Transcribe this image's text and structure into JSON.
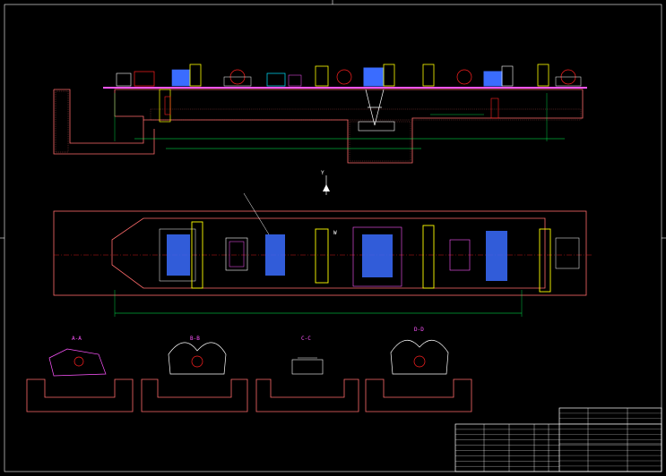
{
  "colors": {
    "background": "#000000",
    "foundation": "#ff6b6b",
    "dimension": "#00ff55",
    "frame": "#ffffff",
    "equipment_blue": "#3a6cff",
    "equipment_yellow": "#ffff00",
    "equipment_red": "#ff2020",
    "equipment_magenta": "#ff55ff",
    "equipment_cyan": "#00e5ff"
  },
  "sections": {
    "a": "A-A",
    "b": "B-B",
    "c": "C-C",
    "d": "D-D"
  },
  "axis_marker": "Y",
  "view_marker": "W"
}
